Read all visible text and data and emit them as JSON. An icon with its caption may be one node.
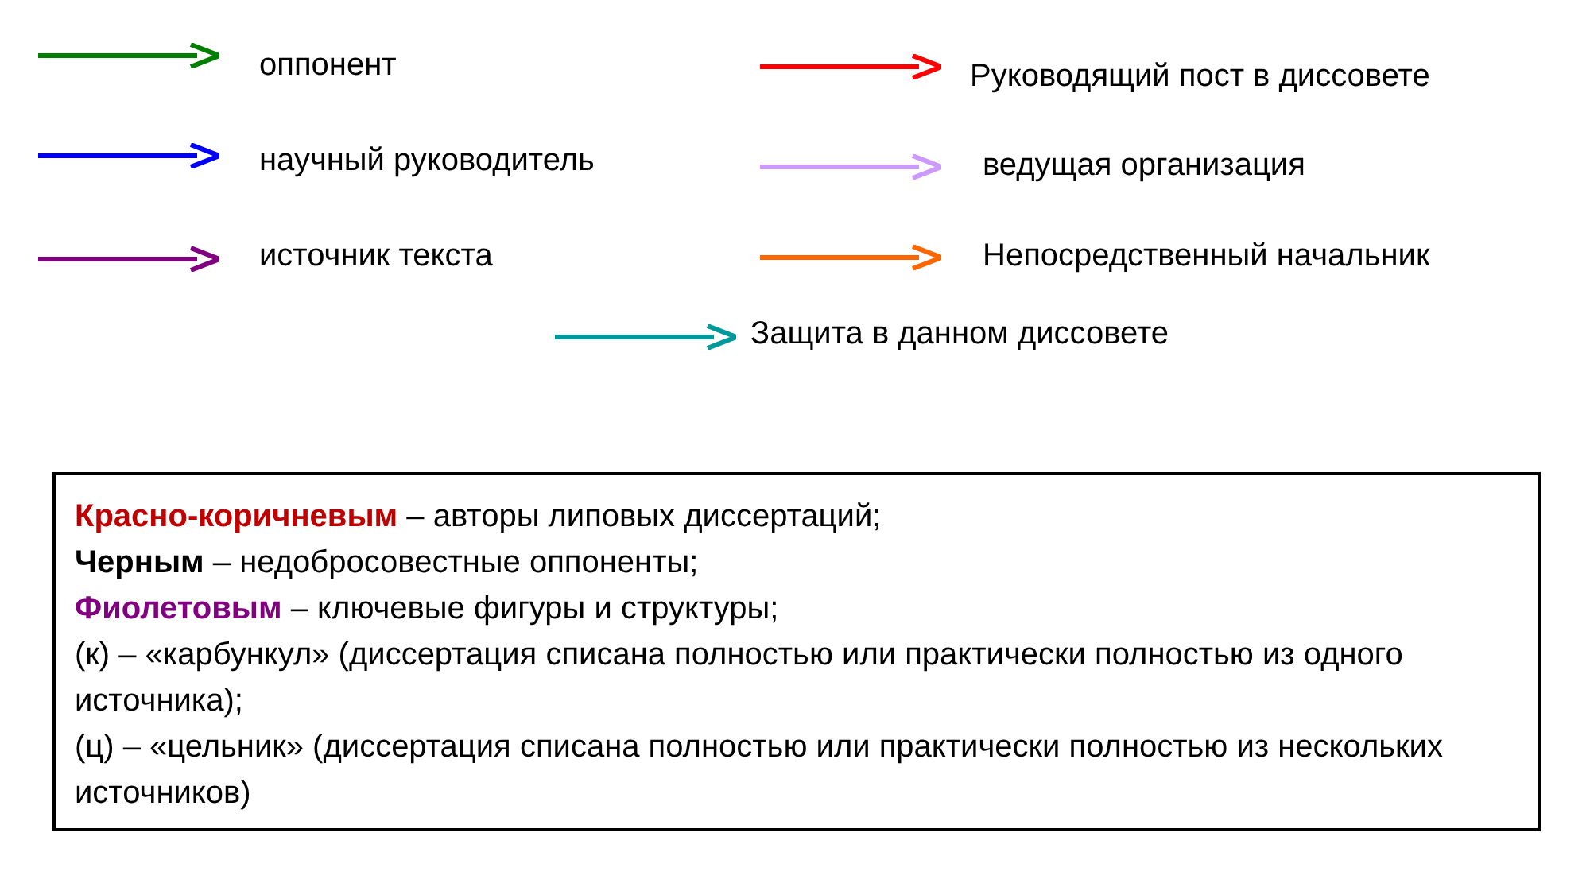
{
  "diagram": {
    "nodes": [
      {
        "text": [
          "**Красно-коричневым** – авторы липовых диссертаций;",
          "**Черным** – недобросовестные оппоненты;",
          "**Фиолетовым** – ключевые фигуры и структуры;",
          "(к) – «карбункул» (диссертация списана полностью или практически полностью из одного источника);",
          "(ц) – «цельник» (диссертация списана полностью или практически полностью из нескольких источников)"
        ]
      }
    ],
    "legend": [
      {
        "text": "оппонент",
        "color": "#008000"
      },
      {
        "text": "Руководящий пост в диссовете",
        "color": "#ff0000"
      },
      {
        "text": "научный руководитель",
        "color": "#0000ff"
      },
      {
        "text": "ведущая организация",
        "color": "#cc99ff"
      },
      {
        "text": "источник текста",
        "color": "#800080"
      },
      {
        "text": "Непосредственный начальник",
        "color": "#ff6600"
      },
      {
        "text": "Защита в данном диссовете",
        "color": "#009999"
      }
    ]
  }
}
